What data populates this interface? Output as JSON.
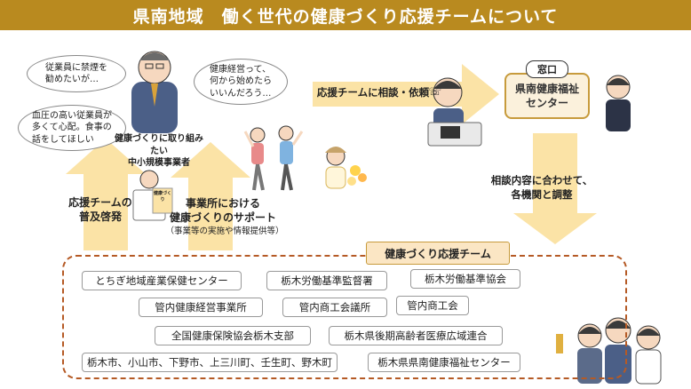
{
  "title": "県南地域　働く世代の健康づくり応援チームについて",
  "bubbles": {
    "smoking": "従業員に禁煙を\n勧めたいが…",
    "health_mgmt": "健康経営って、\n何から始めたら\nいいんだろう…",
    "blood_pressure": "血圧の高い従業員が\n多くて心配。食事の\n話をしてほしい"
  },
  "employer_caption": "健康づくりに取り組みたい\n中小規模事業者",
  "consult_label": "応援チームに相談・依頼",
  "window": {
    "tag": "窓口",
    "name": "県南健康福祉\nセンター"
  },
  "coordination_label": "相談内容に合わせて、\n各機関と調整",
  "promotion_label": "応援チームの\n普及啓発",
  "support_label": "事業所における\n健康づくりのサポート",
  "support_sub": "（事業等の実施や情報提供等）",
  "leaflet_text": "健康づくり",
  "team": {
    "header": "健康づくり応援チーム",
    "orgs": [
      "とちぎ地域産業保健センター",
      "栃木労働基準監督署",
      "栃木労働基準協会",
      "管内健康経営事業所",
      "管内商工会議所",
      "管内商工会",
      "全国健康保険協会栃木支部",
      "栃木県後期高齢者医療広域連合",
      "栃木市、小山市、下野市、上三川町、壬生町、野木町",
      "栃木県県南健康福祉センター"
    ]
  },
  "colors": {
    "title_bar": "#b98a1f",
    "arrow": "#fbe3a6",
    "team_border": "#b55a25",
    "window_fill": "#fbf1dc"
  }
}
